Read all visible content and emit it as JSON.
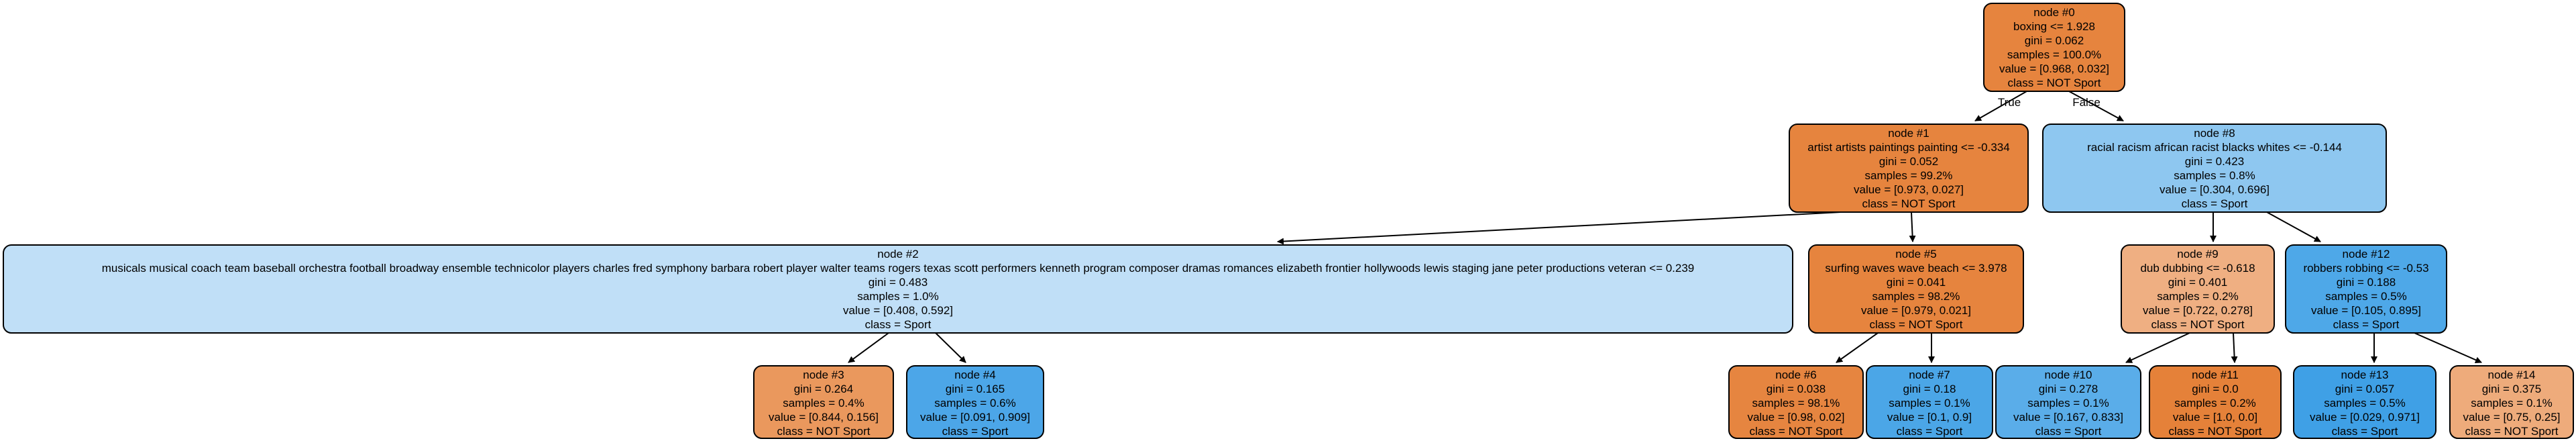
{
  "colors": {
    "strong_orange": "#e58139",
    "medium_orange": "#eb9a60",
    "light_orange": "#f0b48a",
    "very_light_orange": "#efac7c",
    "strong_blue": "#399de5",
    "medium_blue": "#45a3e7",
    "light_blue": "#8ec7f0",
    "very_light_blue": "#bedff6"
  },
  "edge_labels": {
    "true_label": "True",
    "false_label": "False"
  },
  "nodes": [
    {
      "id": "node0",
      "color": "#e6843e",
      "lines": [
        "node #0",
        "boxing  <= 1.928",
        "gini = 0.062",
        "samples = 100.0%",
        "value = [0.968, 0.032]",
        "class = NOT Sport"
      ]
    },
    {
      "id": "node1",
      "color": "#e6843e",
      "lines": [
        "node #1",
        "artist artists paintings painting  <= -0.334",
        "gini = 0.052",
        "samples = 99.2%",
        "value = [0.973, 0.027]",
        "class = NOT Sport"
      ]
    },
    {
      "id": "node8",
      "color": "#8ec7f0",
      "lines": [
        "node #8",
        "racial racism african racist blacks whites  <= -0.144",
        "gini = 0.423",
        "samples = 0.8%",
        "value = [0.304, 0.696]",
        "class = Sport"
      ]
    },
    {
      "id": "node2",
      "color": "#c0dff7",
      "lines": [
        "node #2",
        "musicals musical coach team baseball orchestra football broadway ensemble technicolor players charles fred symphony barbara robert player walter teams rogers texas scott performers kenneth program composer dramas romances elizabeth frontier hollywoods lewis staging jane peter productions veteran  <= 0.239",
        "gini = 0.483",
        "samples = 1.0%",
        "value = [0.408, 0.592]",
        "class = Sport"
      ]
    },
    {
      "id": "node5",
      "color": "#e6843e",
      "lines": [
        "node #5",
        "surfing waves wave beach  <= 3.978",
        "gini = 0.041",
        "samples = 98.2%",
        "value = [0.979, 0.021]",
        "class = NOT Sport"
      ]
    },
    {
      "id": "node9",
      "color": "#efaf82",
      "lines": [
        "node #9",
        "dub dubbing  <= -0.618",
        "gini = 0.401",
        "samples = 0.2%",
        "value = [0.722, 0.278]",
        "class = NOT Sport"
      ]
    },
    {
      "id": "node12",
      "color": "#4ea8e8",
      "lines": [
        "node #12",
        "robbers robbing  <= -0.53",
        "gini = 0.188",
        "samples = 0.5%",
        "value = [0.105, 0.895]",
        "class = Sport"
      ]
    },
    {
      "id": "node3",
      "color": "#ea985d",
      "lines": [
        "node #3",
        "gini = 0.264",
        "samples = 0.4%",
        "value = [0.844, 0.156]",
        "class = NOT Sport"
      ]
    },
    {
      "id": "node4",
      "color": "#4ca6e8",
      "lines": [
        "node #4",
        "gini = 0.165",
        "samples = 0.6%",
        "value = [0.091, 0.909]",
        "class = Sport"
      ]
    },
    {
      "id": "node6",
      "color": "#e68540",
      "lines": [
        "node #6",
        "gini = 0.038",
        "samples = 98.1%",
        "value = [0.98, 0.02]",
        "class = NOT Sport"
      ]
    },
    {
      "id": "node7",
      "color": "#4ba6e7",
      "lines": [
        "node #7",
        "gini = 0.18",
        "samples = 0.1%",
        "value = [0.1, 0.9]",
        "class = Sport"
      ]
    },
    {
      "id": "node10",
      "color": "#5aade9",
      "lines": [
        "node #10",
        "gini = 0.278",
        "samples = 0.1%",
        "value = [0.167, 0.833]",
        "class = Sport"
      ]
    },
    {
      "id": "node11",
      "color": "#e58139",
      "lines": [
        "node #11",
        "gini = 0.0",
        "samples = 0.2%",
        "value = [1.0, 0.0]",
        "class = NOT Sport"
      ]
    },
    {
      "id": "node13",
      "color": "#3fa0e6",
      "lines": [
        "node #13",
        "gini = 0.057",
        "samples = 0.5%",
        "value = [0.029, 0.971]",
        "class = Sport"
      ]
    },
    {
      "id": "node14",
      "color": "#eeab7b",
      "lines": [
        "node #14",
        "gini = 0.375",
        "samples = 0.1%",
        "value = [0.75, 0.25]",
        "class = NOT Sport"
      ]
    }
  ]
}
